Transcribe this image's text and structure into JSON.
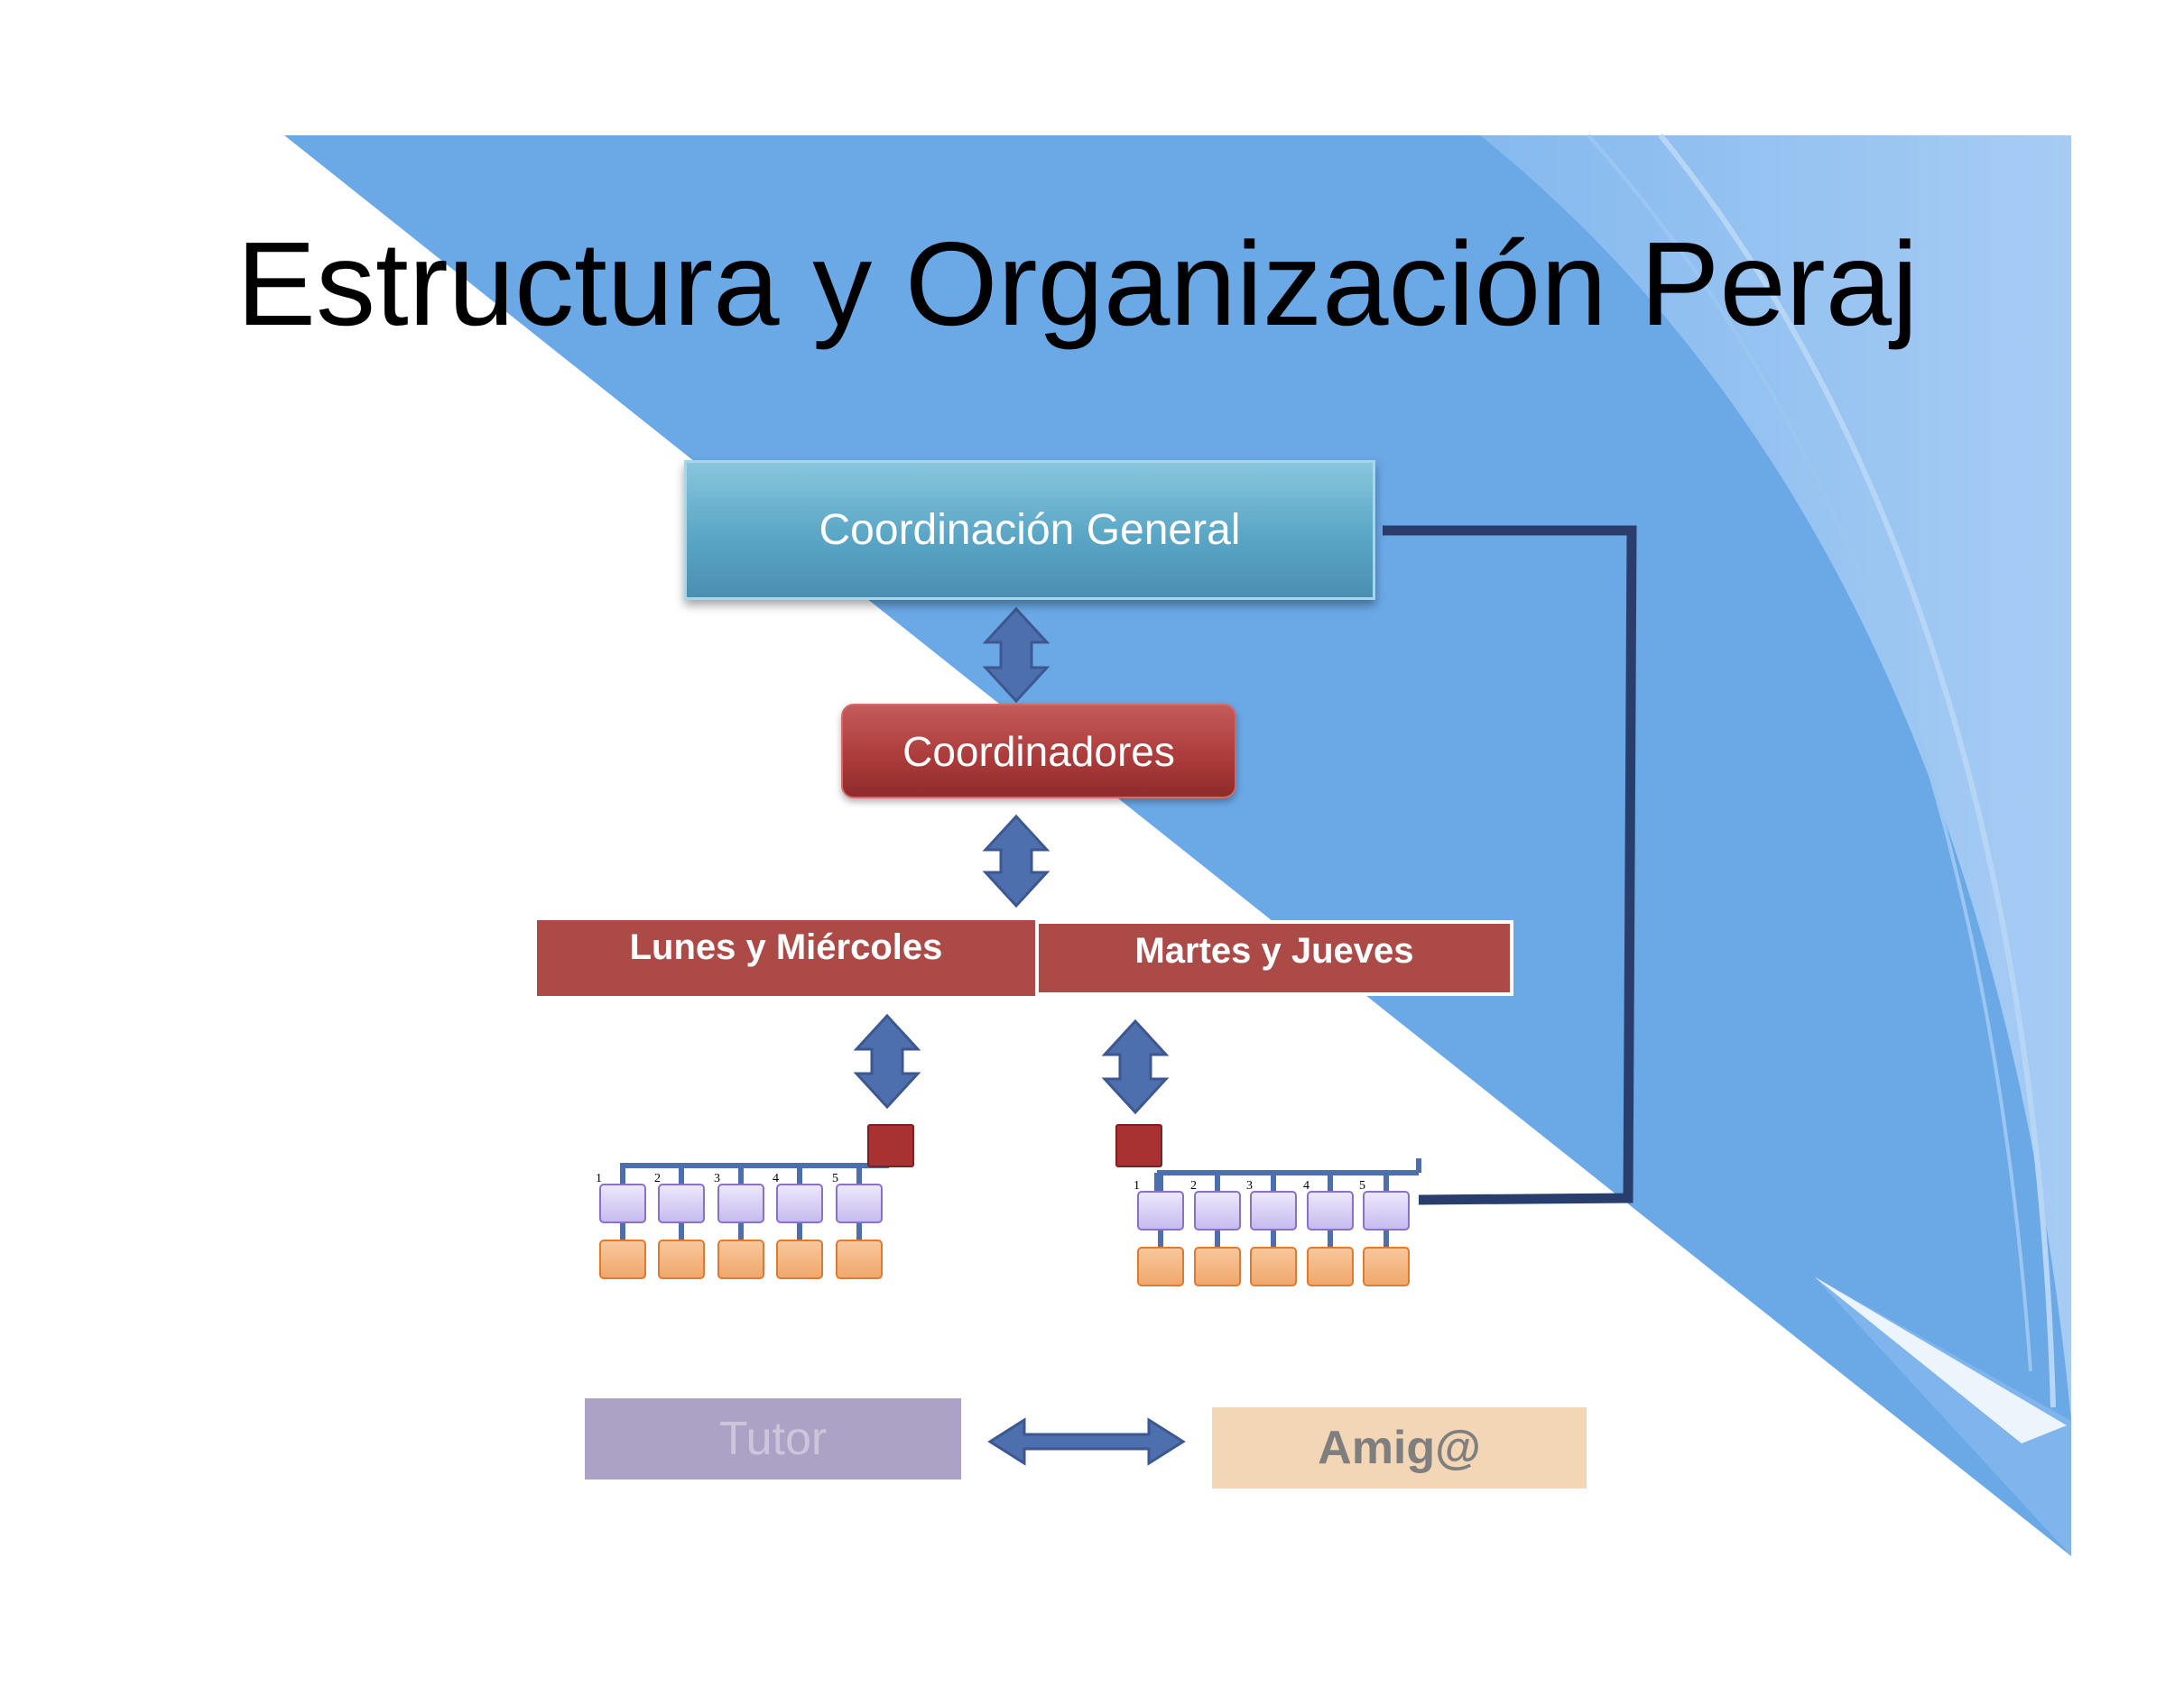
{
  "title": "Estructura y Organización Peraj",
  "colors": {
    "background_blue": "#6aa8e6",
    "dark_blue_line": "#2a3e6e",
    "arrow_blue": "#4e6fae",
    "general_box": "#5aa6c6",
    "coordinators_box": "#ab3a3a",
    "day_header": "#ac4a48",
    "tutor": "#aca2c5",
    "amig": "#f3d6b6"
  },
  "org": {
    "general": "Coordinación General",
    "coordinators": "Coordinadores",
    "groups": [
      {
        "label": "Lunes y Miércoles",
        "tutor_numbers": [
          "1",
          "2",
          "3",
          "4",
          "5"
        ]
      },
      {
        "label": "Martes y Jueves",
        "tutor_numbers": [
          "1",
          "2",
          "3",
          "4",
          "5"
        ]
      }
    ]
  },
  "legend": {
    "tutor": "Tutor",
    "amig": "Amig@"
  }
}
